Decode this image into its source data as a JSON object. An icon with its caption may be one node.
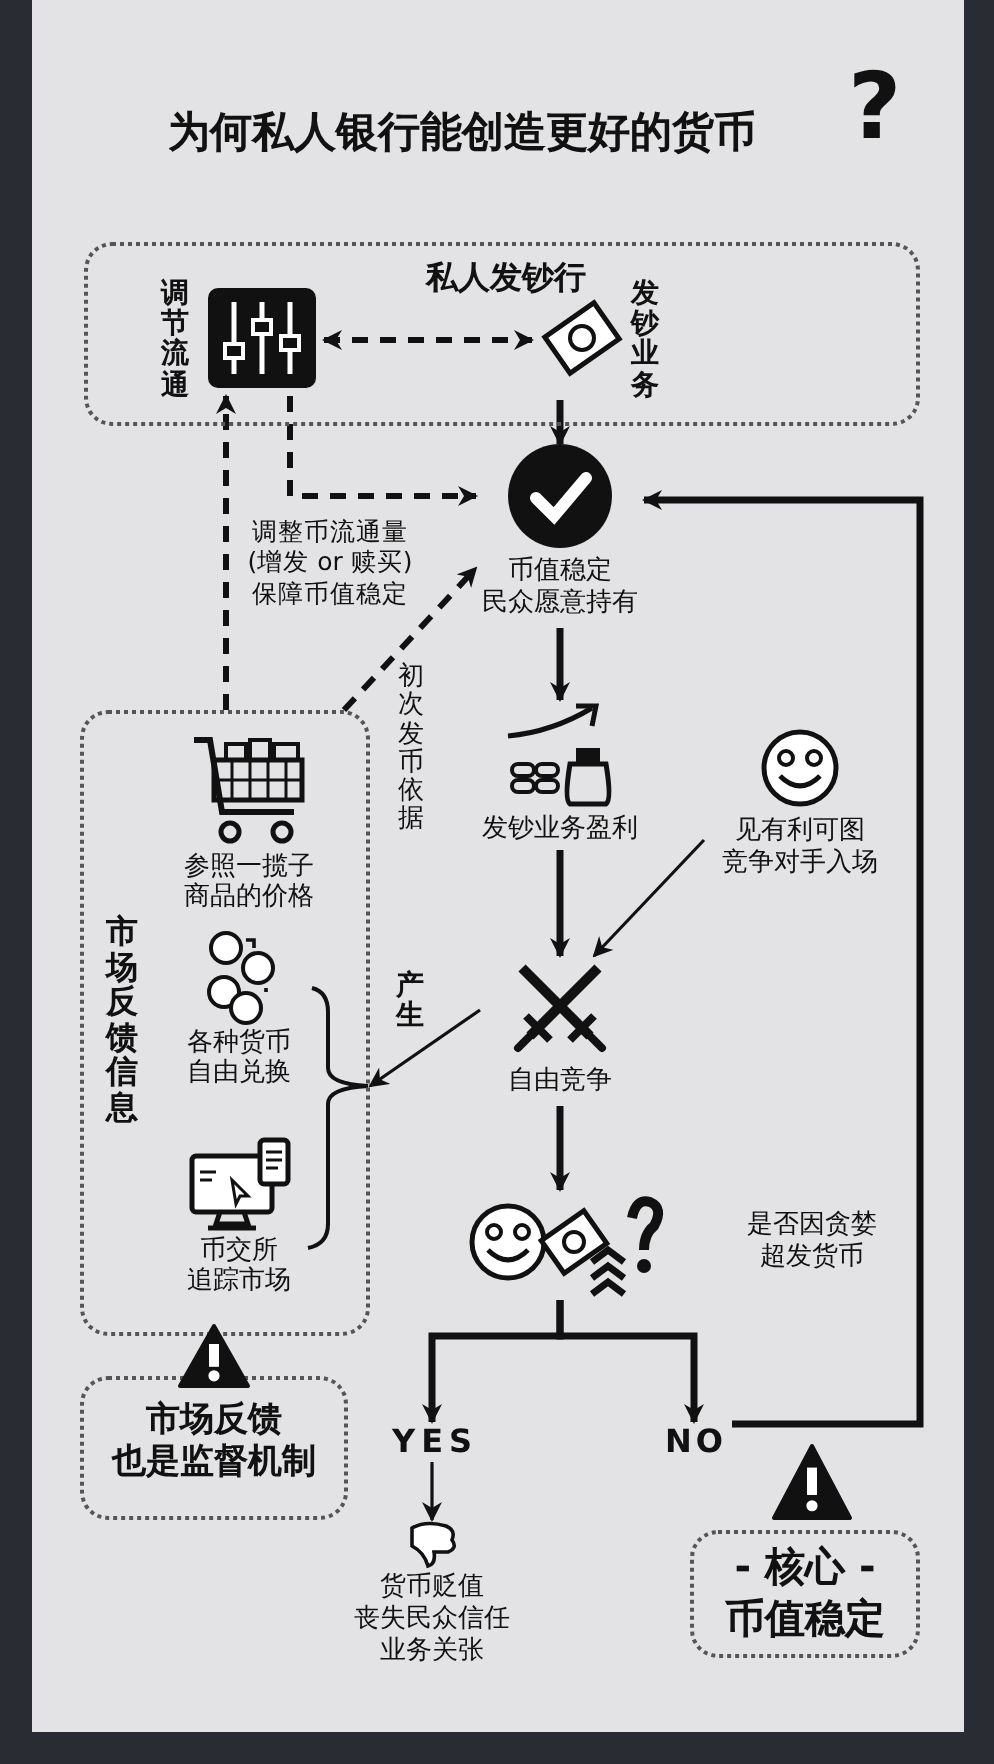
{
  "diagram": {
    "title": "为何私人银行能创造更好的货币",
    "nodes": [
      {
        "text": [
          "私人发钞行"
        ]
      },
      {
        "text": [
          "调节流通"
        ],
        "in": 0
      },
      {
        "text": [
          "发钞业务"
        ],
        "in": 0
      },
      {
        "text": [
          "币值稳定民众愿意持有"
        ]
      },
      {
        "text": [
          "发钞业务盈利"
        ]
      },
      {
        "text": [
          "见有利可图竞争对手入场"
        ]
      },
      {
        "text": [
          "自由竞争"
        ]
      },
      {
        "text": [],
        "shape": "picture",
        "beside": [
          "是否因贪婪超发货币"
        ]
      },
      {
        "text": [
          "市场反馈信息"
        ]
      },
      {
        "text": [
          "参照一揽子商品的价格"
        ],
        "in": 8
      },
      {
        "text": [
          "各种货币自由兑换"
        ],
        "in": 8
      },
      {
        "text": [
          "币交所追踪市场"
        ],
        "in": 8
      },
      {
        "text": [
          "市场反馈也是监督机制"
        ]
      },
      {
        "text": [
          "YES"
        ]
      },
      {
        "text": [
          "NO"
        ]
      },
      {
        "text": [
          "货币贬值丧失民众信任业务关张"
        ]
      },
      {
        "text": [
          "- 核心 -",
          "币值稳定"
        ]
      }
    ],
    "edges": [
      {
        "from": 1,
        "to": 2,
        "arrow": "both",
        "style": "dashed"
      },
      {
        "from": 2,
        "to": 3,
        "arrow": "to"
      },
      {
        "from": 1,
        "to": 3,
        "arrow": "to",
        "style": "dashed"
      },
      {
        "from": 8,
        "to": 1,
        "arrow": "to",
        "style": "dashed",
        "label": "调整币流通量(增发 or 赎买)保障币值稳定"
      },
      {
        "from": 8,
        "to": 3,
        "arrow": "to",
        "style": "dashed",
        "label": "初次发币依据"
      },
      {
        "from": 3,
        "to": 4,
        "arrow": "to"
      },
      {
        "from": 4,
        "to": 6,
        "arrow": "to"
      },
      {
        "from": 5,
        "to": 6,
        "arrow": "to"
      },
      {
        "from": 6,
        "to": 8,
        "arrow": "to",
        "label": "产生"
      },
      {
        "from": 6,
        "to": 7,
        "arrow": "to"
      },
      {
        "from": 7,
        "to": 13,
        "arrow": "to"
      },
      {
        "from": 7,
        "to": 14,
        "arrow": "to"
      },
      {
        "from": 13,
        "to": 15,
        "arrow": "to"
      },
      {
        "from": 14,
        "to": 3,
        "arrow": "to"
      }
    ],
    "labels": [
      "?"
    ]
  }
}
